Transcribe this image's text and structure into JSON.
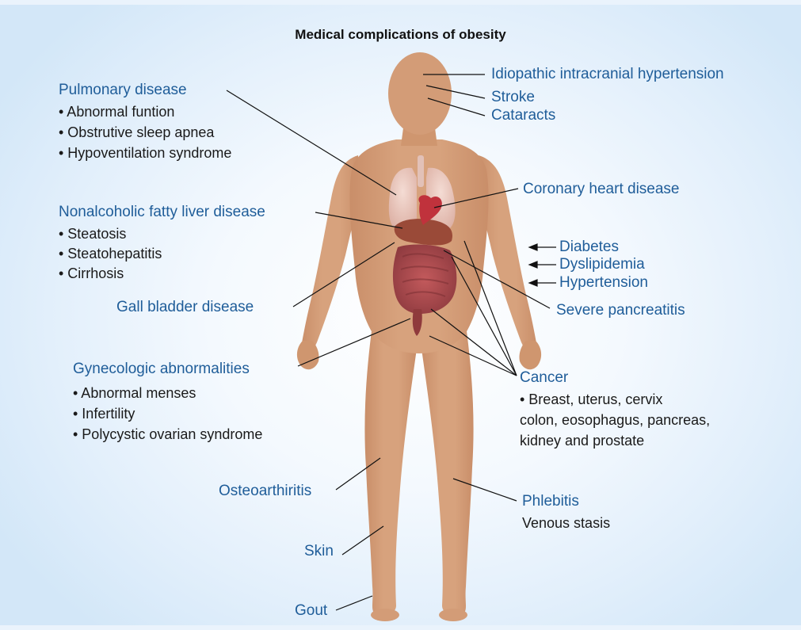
{
  "title": "Medical complications of obesity",
  "pulmonary": {
    "heading": "Pulmonary disease",
    "items": [
      "• Abnormal funtion",
      "• Obstrutive sleep apnea",
      "• Hypoventilation syndrome"
    ]
  },
  "liver": {
    "heading": "Nonalcoholic fatty liver disease",
    "items": [
      "• Steatosis",
      "• Steatohepatitis",
      "• Cirrhosis"
    ]
  },
  "gallbladder": "Gall bladder disease",
  "gynecologic": {
    "heading": "Gynecologic abnormalities",
    "items": [
      "• Abnormal menses",
      "• Infertility",
      "• Polycystic ovarian syndrome"
    ]
  },
  "osteoarthritis": "Osteoarthiritis",
  "skin": "Skin",
  "gout": "Gout",
  "head": {
    "idiopathic": "Idiopathic intracranial hypertension",
    "stroke": "Stroke",
    "cataracts": "Cataracts"
  },
  "coronary": "Coronary heart disease",
  "metabolic": [
    "Diabetes",
    "Dyslipidemia",
    "Hypertension"
  ],
  "pancreatitis": "Severe pancreatitis",
  "cancer": {
    "heading": "Cancer",
    "lines": [
      "• Breast, uterus, cervix",
      "colon, eosophagus, pancreas,",
      "kidney and prostate"
    ]
  },
  "phlebitis": {
    "heading": "Phlebitis",
    "detail": "Venous stasis"
  },
  "colors": {
    "heading_text": "#1f5d99",
    "body_text": "#1a1a1a",
    "skin": "#d39c77",
    "lungs": "#ecc9c0",
    "heart": "#c0323c",
    "liver": "#9a4a38",
    "intestine": "#a84b4e"
  },
  "icons": {
    "bullet": "bullet-dot",
    "arrow": "left-arrow"
  }
}
